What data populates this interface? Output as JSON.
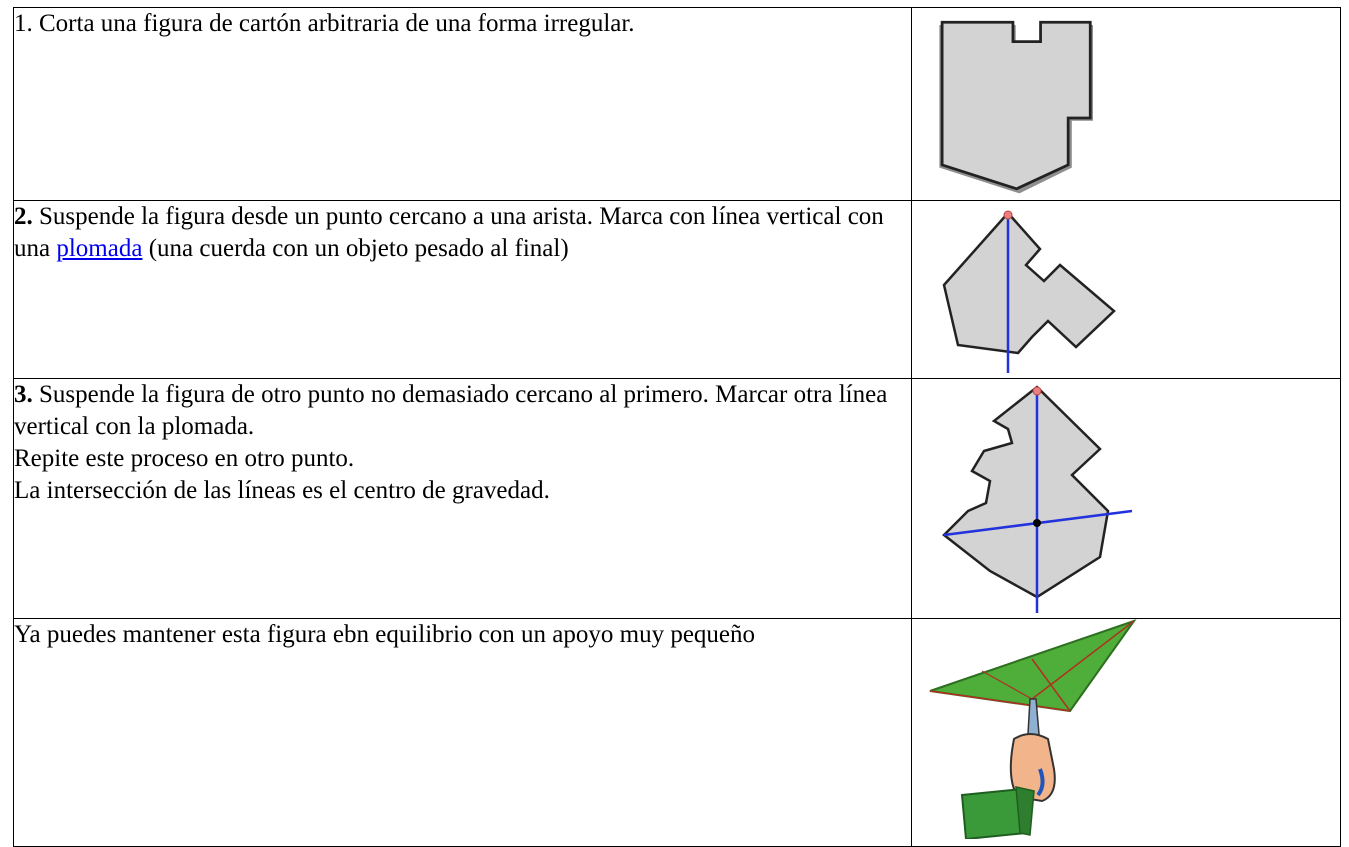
{
  "rows": [
    {
      "number": "",
      "text": "1. Corta una figura de cartón arbitraria de una forma irregular.",
      "image": "irregular-cardboard-shape"
    },
    {
      "number": "2.",
      "text_before_link": " Suspende la figura desde un punto cercano a una arista. Marca con línea vertical con una ",
      "link": "plomada",
      "text_after_link": " (una cuerda con un objeto pesado al final)",
      "image": "shape-suspended-one-line"
    },
    {
      "number": "3.",
      "lines": [
        " Suspende la figura de otro punto no demasiado cercano al primero. Marcar otra línea vertical con la plomada.",
        "Repite este proceso en otro punto.",
        "La intersección de las líneas es el centro de gravedad."
      ],
      "image": "shape-suspended-two-lines"
    },
    {
      "number": "",
      "text": "Ya puedes mantener esta figura ebn equilibrio con un apoyo muy pequeño",
      "image": "hand-balancing-shape-on-pencil"
    }
  ],
  "colors": {
    "shape_fill": "#d3d3d3",
    "plumb_line": "#2233dd",
    "suspension_point": "#e88080",
    "green_shape": "#4fae3a",
    "link": "#0000ee"
  }
}
